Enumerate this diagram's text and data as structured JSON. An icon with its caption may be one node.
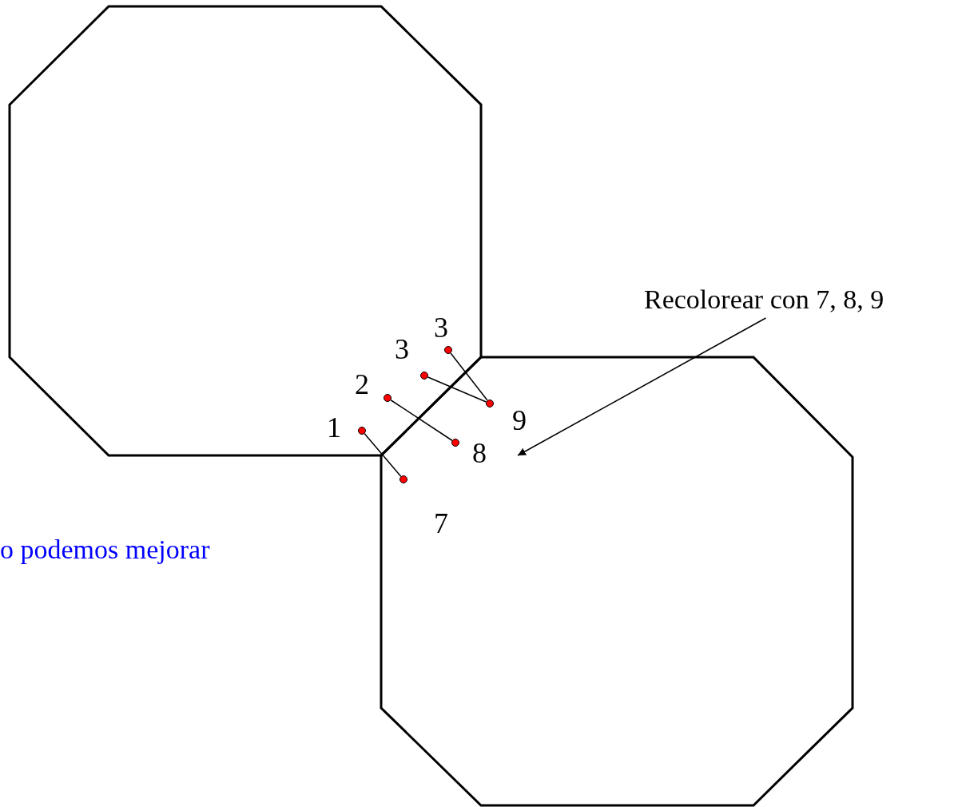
{
  "diagram": {
    "nodes": [
      {
        "text": [],
        "shape": "octagon"
      },
      {
        "text": [],
        "shape": "octagon"
      },
      {
        "text": [],
        "shape": "circle",
        "in": 0
      },
      {
        "text": [],
        "shape": "circle",
        "in": 1
      },
      {
        "text": [],
        "shape": "circle",
        "in": 0
      },
      {
        "text": [],
        "shape": "circle",
        "in": 1
      },
      {
        "text": [],
        "shape": "circle",
        "in": 0
      },
      {
        "text": [],
        "shape": "circle",
        "in": 0
      },
      {
        "text": [],
        "shape": "circle",
        "in": 1
      },
      {
        "text": [
          "Recolorear con 7, 8, 9"
        ]
      }
    ],
    "edges": [
      {
        "from": 2,
        "to": 3,
        "arrow": "none"
      },
      {
        "from": 4,
        "to": 5,
        "arrow": "none"
      },
      {
        "from": 6,
        "to": 8,
        "arrow": "none"
      },
      {
        "from": 7,
        "to": 8,
        "arrow": "none"
      },
      {
        "from": 9,
        "to": null,
        "arrow": "to"
      }
    ],
    "labels": [
      "3",
      "3",
      "2",
      "1",
      "9",
      "8",
      "7",
      "o podemos mejorar"
    ]
  }
}
